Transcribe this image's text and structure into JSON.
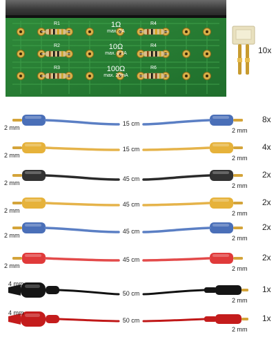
{
  "board": {
    "rows": [
      {
        "value": "1Ω",
        "rating": "max. 2A",
        "left": "R1",
        "right": "R4",
        "bands": [
          "#8b4513",
          "#111111",
          "#d4a017"
        ]
      },
      {
        "value": "10Ω",
        "rating": "max. 0.2A",
        "left": "R2",
        "right": "R4",
        "bands": [
          "#8b4513",
          "#111111",
          "#111111"
        ]
      },
      {
        "value": "100Ω",
        "rating": "max. 20mA",
        "left": "R3",
        "right": "R6",
        "bands": [
          "#8b4513",
          "#111111",
          "#8b4513"
        ]
      }
    ]
  },
  "bridge": {
    "qty": "10x"
  },
  "cables": [
    {
      "color": "#5b7fc4",
      "plug": "#4a6fb8",
      "left_mm": "2 mm",
      "right_mm": "2 mm",
      "length": "15 cm",
      "qty": "8x",
      "style": "small"
    },
    {
      "color": "#e5b34a",
      "plug": "#e6b23a",
      "left_mm": "2 mm",
      "right_mm": "2 mm",
      "length": "15 cm",
      "qty": "4x",
      "style": "small"
    },
    {
      "color": "#2a2a2a",
      "plug": "#333333",
      "left_mm": "2 mm",
      "right_mm": "2 mm",
      "length": "45 cm",
      "qty": "2x",
      "style": "small"
    },
    {
      "color": "#e5b34a",
      "plug": "#e6b23a",
      "left_mm": "2 mm",
      "right_mm": "2 mm",
      "length": "45 cm",
      "qty": "2x",
      "style": "small"
    },
    {
      "color": "#5b7fc4",
      "plug": "#4a6fb8",
      "left_mm": "2 mm",
      "right_mm": "2 mm",
      "length": "45 cm",
      "qty": "2x",
      "style": "small"
    },
    {
      "color": "#e34a4a",
      "plug": "#e03a3a",
      "left_mm": "2 mm",
      "right_mm": "2 mm",
      "length": "45 cm",
      "qty": "2x",
      "style": "small"
    },
    {
      "color": "#111111",
      "plug": "#151515",
      "left_mm": "4 mm",
      "right_mm": "2 mm",
      "length": "50 cm",
      "qty": "1x",
      "style": "safety"
    },
    {
      "color": "#c01818",
      "plug": "#c41c1c",
      "left_mm": "4 mm",
      "right_mm": "2 mm",
      "length": "50 cm",
      "qty": "1x",
      "style": "safety"
    }
  ]
}
